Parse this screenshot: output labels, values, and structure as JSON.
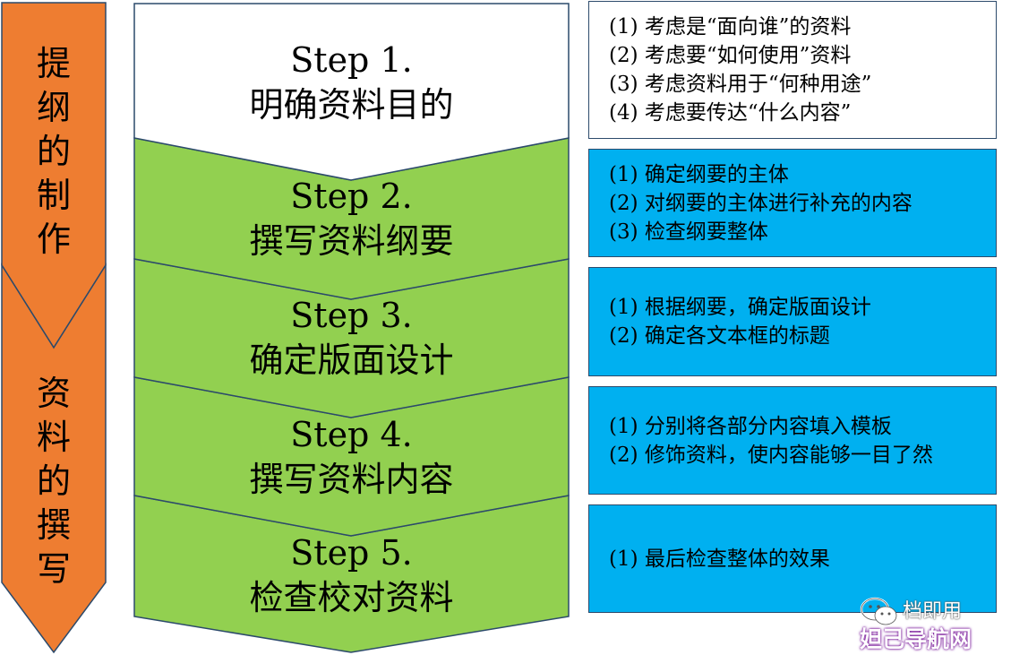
{
  "colors": {
    "phase_arrow": "#ee7d31",
    "step_first": "#ffffff",
    "step_rest": "#92d050",
    "detail_first": "#ffffff",
    "detail_rest": "#00b0f0",
    "outline": "#2c4a6b"
  },
  "phases": [
    {
      "chars": [
        "提",
        "纲",
        "的",
        "制",
        "作"
      ]
    },
    {
      "chars": [
        "资",
        "料",
        "的",
        "撰",
        "写"
      ]
    }
  ],
  "steps": [
    {
      "label": "Step 1.",
      "title": "明确资料目的",
      "details": [
        "(1) 考虑是“面向谁”的资料",
        "(2) 考虑要“如何使用”资料",
        "(3) 考虑资料用于“何种用途”",
        "(4) 考虑要传达“什么内容”"
      ]
    },
    {
      "label": "Step 2.",
      "title": "撰写资料纲要",
      "details": [
        "(1) 确定纲要的主体",
        "(2) 对纲要的主体进行补充的内容",
        "(3) 检查纲要整体"
      ]
    },
    {
      "label": "Step 3.",
      "title": "确定版面设计",
      "details": [
        "(1) 根据纲要，确定版面设计",
        "(2) 确定各文本框的标题"
      ]
    },
    {
      "label": "Step 4.",
      "title": "撰写资料内容",
      "details": [
        "(1) 分别将各部分内容填入模板",
        "(2) 修饰资料，使内容能够一目了然"
      ]
    },
    {
      "label": "Step 5.",
      "title": "检查校对资料",
      "details": [
        "(1) 最后检查整体的效果"
      ]
    }
  ],
  "watermark": {
    "line1": "档即用",
    "line2": "妲己导航网",
    "icon": "wechat-icon"
  }
}
